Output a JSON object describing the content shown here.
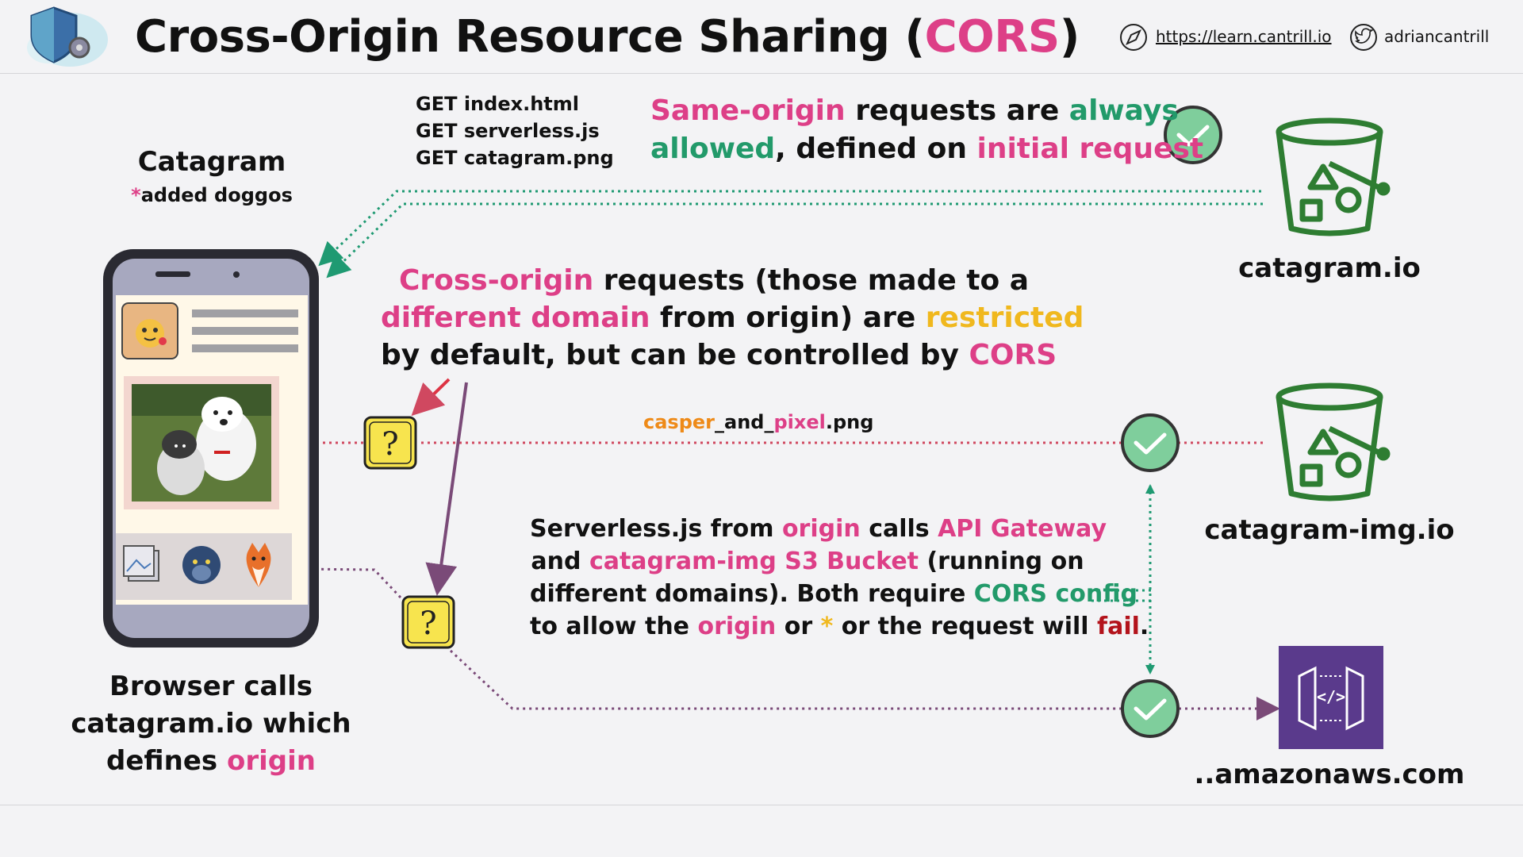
{
  "header": {
    "title_prefix": "Cross-Origin Resource Sharing (",
    "title_accent": "CORS",
    "title_suffix": ")",
    "website": "https://learn.cantrill.io",
    "twitter": "adriancantrill"
  },
  "app": {
    "name": "Catagram",
    "note_star": "*",
    "note_text": "added doggos"
  },
  "requests": {
    "line1": "GET index.html",
    "line2": "GET serverless.js",
    "line3": "GET catagram.png"
  },
  "same_origin": {
    "a": "Same-origin",
    "b": " requests are ",
    "c": "always",
    "d": "allowed",
    "e": ", defined on ",
    "f": "initial request"
  },
  "cross_origin": {
    "a": "Cross-origin",
    "b": " requests (those made to a",
    "c": "different domain",
    "d": " from origin) are ",
    "e": "restricted",
    "f": "by default, but can be controlled by ",
    "g": "CORS"
  },
  "image_file": {
    "a": "casper",
    "b": "_and_",
    "c": "pixel",
    "d": ".png"
  },
  "serverless": {
    "l1a": "Serverless.js from ",
    "l1b": "origin",
    "l1c": " calls ",
    "l1d": "API Gateway",
    "l2a": "and ",
    "l2b": "catagram-img S3 Bucket",
    "l2c": " (running on",
    "l3a": "different domains). Both require ",
    "l3b": "CORS config",
    "l4a": "to allow the ",
    "l4b": "origin",
    "l4c": " or ",
    "l4d": "*",
    "l4e": " or the request will ",
    "l4f": "fail",
    "l4g": "."
  },
  "browser": {
    "l1": "Browser calls",
    "l2": "catagram.io which",
    "l3a": "defines ",
    "l3b": "origin"
  },
  "endpoints": {
    "bucket1": "catagram.io",
    "bucket2": "catagram-img.io",
    "api": "..amazonaws.com"
  },
  "colors": {
    "pink": "#dd3f87",
    "green": "#229a6a",
    "yellow": "#f0b81e",
    "orange": "#ee8a18",
    "red": "#b3131b",
    "bucket_green": "#2e7d32",
    "api_purple": "#5a3a8c",
    "line_green": "#1f9a72",
    "line_red": "#d04860",
    "line_purple": "#7a4a78"
  },
  "icons": [
    "shield-gear-logo-icon",
    "compass-icon",
    "twitter-bird-icon",
    "checkmark-circle-icon",
    "question-mark-icon",
    "s3-bucket-icon",
    "api-gateway-icon",
    "cat-emoji-icon",
    "gallery-icon",
    "panther-icon",
    "fox-icon"
  ]
}
